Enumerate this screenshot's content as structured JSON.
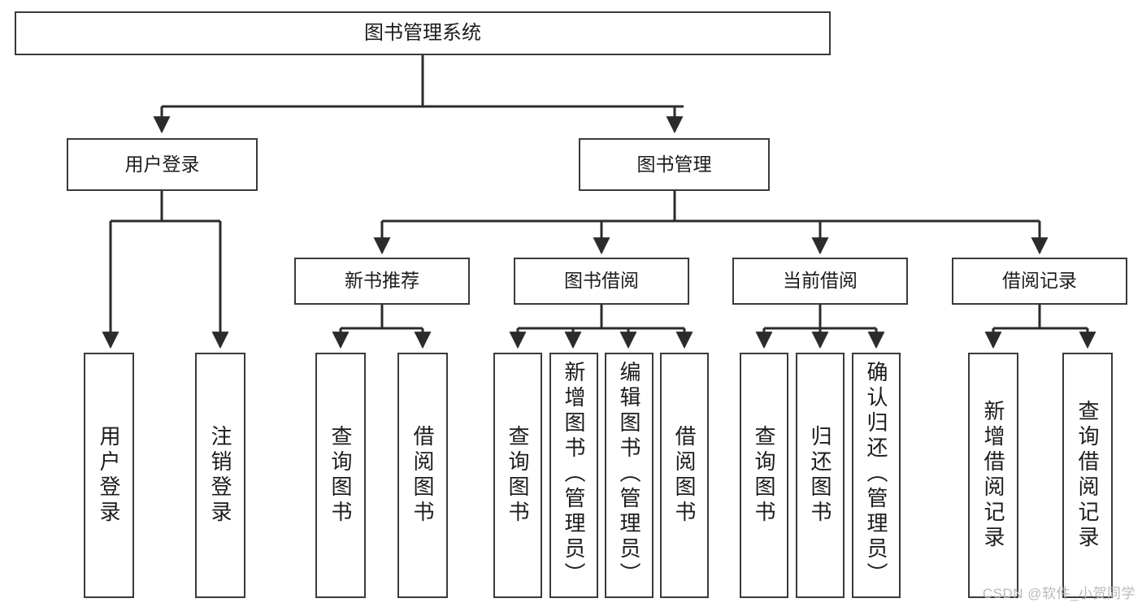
{
  "diagram": {
    "title": "图书管理系统",
    "type": "tree",
    "orientation": "top-down",
    "colors": {
      "box_border": "#3a3a3a",
      "box_fill": "#ffffff",
      "line": "#2b2b2b",
      "text": "#1c1c1c",
      "watermark": "#b9b9b9",
      "background": "#ffffff"
    },
    "root": {
      "label": "图书管理系统"
    },
    "level2": [
      {
        "label": "用户登录"
      },
      {
        "label": "图书管理"
      }
    ],
    "level3": [
      {
        "label": "新书推荐"
      },
      {
        "label": "图书借阅"
      },
      {
        "label": "当前借阅"
      },
      {
        "label": "借阅记录"
      }
    ],
    "leaves": {
      "user_login": [
        {
          "label": "用户登录"
        },
        {
          "label": "注销登录"
        }
      ],
      "new_book_recommend": [
        {
          "label": "查询图书"
        },
        {
          "label": "借阅图书"
        }
      ],
      "book_borrow": [
        {
          "label": "查询图书"
        },
        {
          "label": "新增图书（管理员）"
        },
        {
          "label": "编辑图书（管理员）"
        },
        {
          "label": "借阅图书"
        }
      ],
      "current_borrow": [
        {
          "label": "查询图书"
        },
        {
          "label": "归还图书"
        },
        {
          "label": "确认归还（管理员）"
        }
      ],
      "borrow_record": [
        {
          "label": "新增借阅记录"
        },
        {
          "label": "查询借阅记录"
        }
      ]
    }
  },
  "watermark": {
    "text": "CSDN @软件_小贺同学"
  }
}
